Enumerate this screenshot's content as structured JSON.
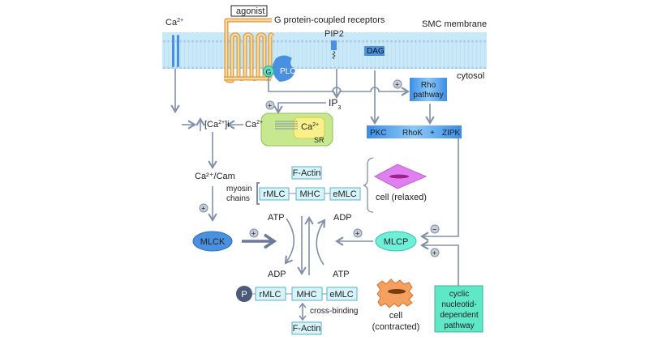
{
  "labels": {
    "agonist": "agonist",
    "gpcr": "G protein-coupled receptors",
    "smc_membrane": "SMC membrane",
    "cytosol": "cytosol",
    "ca_ext": "Ca",
    "ca_sup": "2+",
    "pip2": "PIP2",
    "dag": "DAG",
    "g": "G",
    "plc": "PLC",
    "ip": "IP",
    "ip_sub": "3",
    "rho_line1": "Rho",
    "rho_line2": "pathway",
    "pkc": "PKC",
    "rhok": "RhoK",
    "plus_sign": "+",
    "zipk": "ZIPK",
    "ca_i_open": "[Ca",
    "ca_i_close": "]i",
    "ca_release": "Ca",
    "ca_sr": "Ca",
    "sr": "SR",
    "ca_cam": "Ca²⁺/Cam",
    "myosin_line1": "myosin",
    "myosin_line2": "chains",
    "f_actin_top": "F-Actin",
    "rmlc": "rMLC",
    "mhc": "MHC",
    "emlc": "eMLC",
    "cell_relaxed": "cell (relaxed)",
    "atp_left": "ATP",
    "adp_right": "ADP",
    "adp_left": "ADP",
    "atp_right": "ATP",
    "mlck": "MLCK",
    "mlcp": "MLCP",
    "p": "P",
    "cross_binding": "cross-binding",
    "f_actin_bottom": "F-Actin",
    "cell_contracted_1": "cell",
    "cell_contracted_2": "(contracted)",
    "cyclic_1": "cyclic",
    "cyclic_2": "nucleotid-",
    "cyclic_3": "dependent",
    "cyclic_4": "pathway",
    "plus": "+",
    "minus": "−"
  },
  "colors": {
    "membrane": "#c9e9f8",
    "receptor": "#f3b866",
    "plc": "#4a90e0",
    "g_protein": "#5ee0c8",
    "kinase_box": "#4d9ee8",
    "sr_outer": "#c8e890",
    "sr_inner": "#f8f08a",
    "mlcp": "#6ef0d8",
    "cyclic": "#5ee8c8",
    "relaxed_cell": "#e080f0",
    "contracted_cell": "#f4a060",
    "phosphate": "#4a5a78"
  }
}
